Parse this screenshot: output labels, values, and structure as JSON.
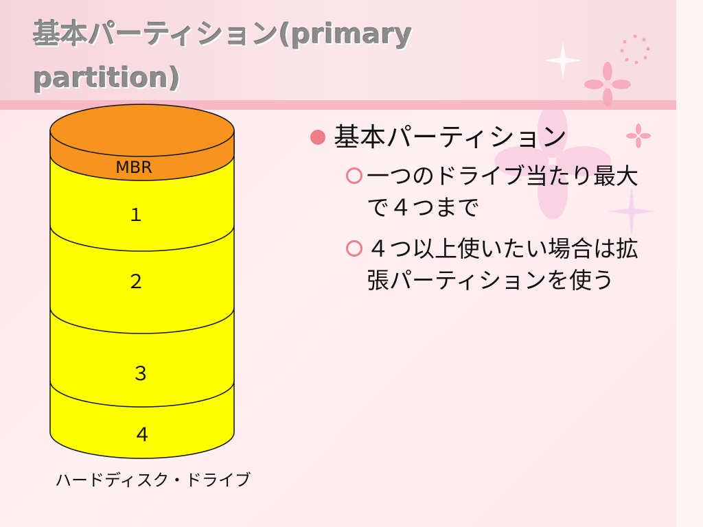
{
  "slide": {
    "title": "基本パーティション(primary partition)"
  },
  "bullets": {
    "main": "基本パーティション",
    "sub1": "一つのドライブ当たり最大で４つまで",
    "sub2": "４つ以上使いたい場合は拡張パーティションを使う"
  },
  "disk": {
    "segments": [
      "MBR",
      "１",
      "２",
      "３",
      "４"
    ],
    "caption": "ハードディスク・ドライブ"
  },
  "colors": {
    "mbr": "#f6941e",
    "partition": "#ffff00",
    "bullet": "#f07e88",
    "rule": "#f7b9c3"
  }
}
